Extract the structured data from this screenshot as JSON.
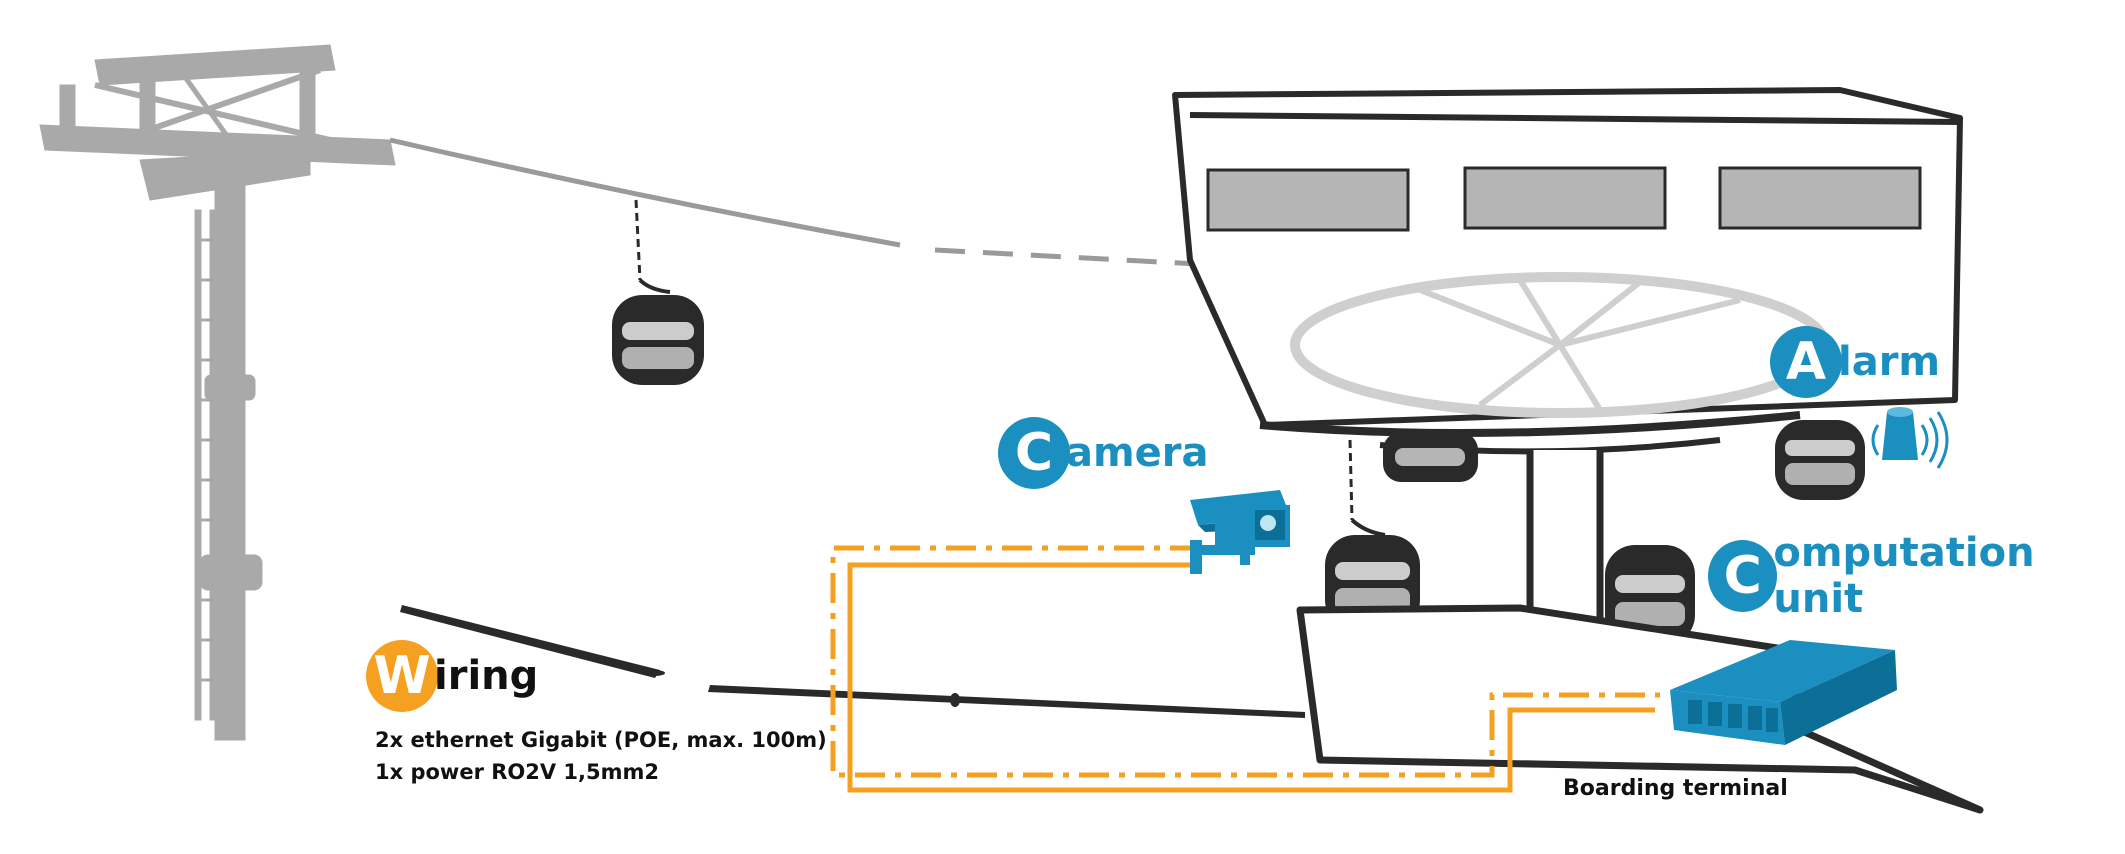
{
  "labels": {
    "camera": {
      "initial": "C",
      "rest": "amera"
    },
    "alarm": {
      "initial": "A",
      "rest": "larm"
    },
    "computation": {
      "initial": "C",
      "rest": "omputation unit"
    },
    "wiring": {
      "initial": "W",
      "rest": "iring"
    }
  },
  "wiring_notes": {
    "line1": "2x ethernet Gigabit (POE, max. 100m)",
    "line2": "1x power RO2V 1,5mm2"
  },
  "terminal_label": "Boarding terminal",
  "colors": {
    "accent_blue": "#1a8fc0",
    "accent_orange": "#f5a020",
    "tower_gray": "#a9a9a9",
    "outline_dark": "#2a2a2a",
    "cabin_gray": "#b5b5b5"
  },
  "icons": [
    "pylon-icon",
    "gondola-icon",
    "camera-icon",
    "alarm-beacon-icon",
    "computation-unit-icon"
  ]
}
